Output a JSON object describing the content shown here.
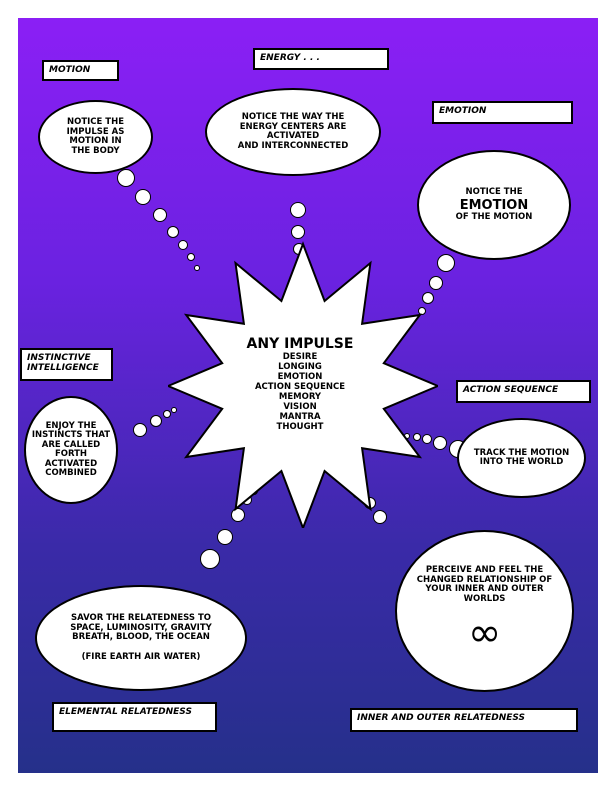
{
  "colors": {
    "top": "#8b1ff5",
    "bottom": "#25308a"
  },
  "center": {
    "title": "ANY IMPULSE",
    "items": [
      "DESIRE",
      "LONGING",
      "EMOTION",
      "ACTION SEQUENCE",
      "MEMORY",
      "VISION",
      "MANTRA",
      "THOUGHT"
    ]
  },
  "captions": {
    "motion": "MOTION",
    "energy": "ENERGY . . .",
    "emotion": "EMOTION",
    "instinctive": "INSTINCTIVE INTELLIGENCE",
    "action": "ACTION SEQUENCE",
    "elemental": "ELEMENTAL RELATEDNESS",
    "inner": "INNER AND OUTER RELATEDNESS"
  },
  "clouds": {
    "motion": [
      "NOTICE THE",
      "IMPULSE AS",
      "MOTION IN",
      "THE BODY"
    ],
    "energy": [
      "NOTICE THE WAY THE",
      "ENERGY CENTERS ARE",
      "ACTIVATED",
      "AND INTERCONNECTED"
    ],
    "emotion": {
      "pre": "NOTICE THE",
      "emph": "EMOTION",
      "post": "OF THE MOTION"
    },
    "instinctive": [
      "ENJOY THE",
      "INSTINCTS THAT",
      "ARE CALLED",
      "FORTH",
      "ACTIVATED",
      "COMBINED"
    ],
    "action": [
      "TRACK THE MOTION",
      "INTO THE WORLD"
    ],
    "elemental": [
      "SAVOR THE RELATEDNESS TO",
      "SPACE, LUMINOSITY, GRAVITY",
      "BREATH, BLOOD, THE OCEAN",
      "(FIRE EARTH AIR WATER)"
    ],
    "inner": [
      "PERCEIVE AND FEEL THE",
      "CHANGED RELATIONSHIP OF",
      "YOUR INNER AND OUTER",
      "WORLDS"
    ],
    "infinity_symbol": "∞"
  }
}
